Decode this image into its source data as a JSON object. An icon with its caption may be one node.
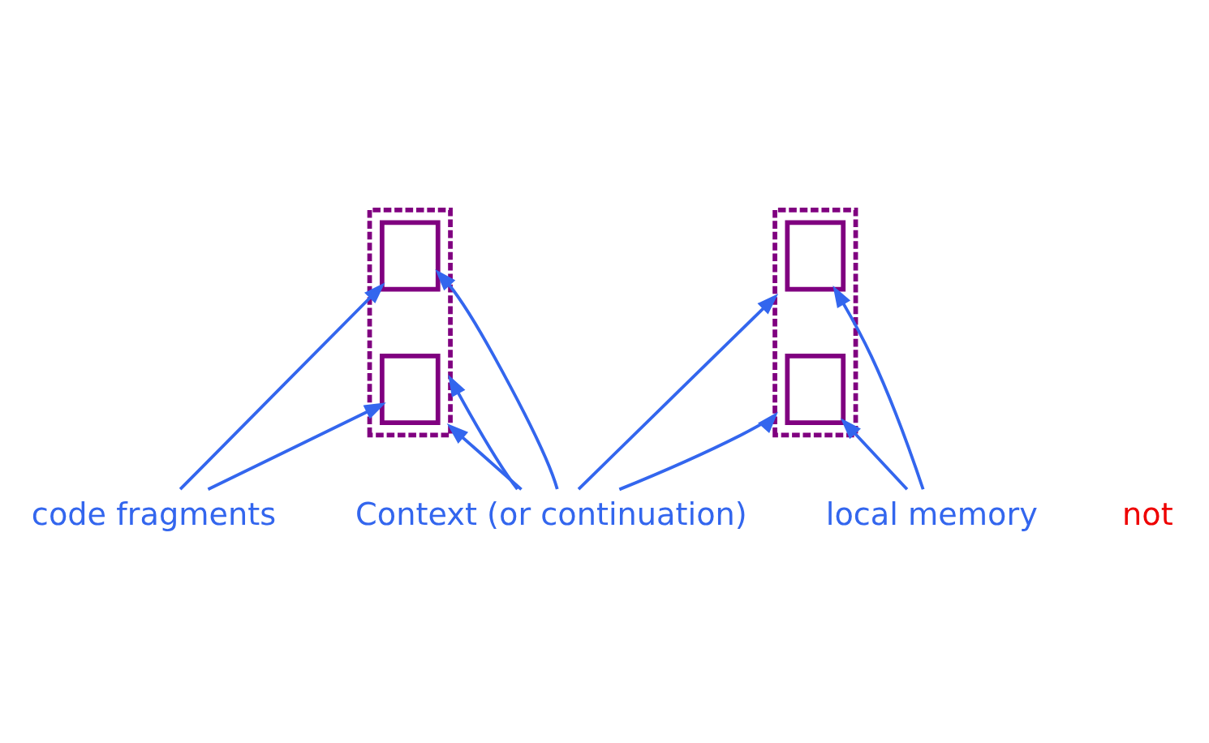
{
  "diagram": {
    "nodes": [
      {
        "text": [
          "code fragments"
        ]
      },
      {
        "text": [],
        "shape": "bar"
      },
      {
        "text": [],
        "shape": "box",
        "in": 1
      },
      {
        "text": [],
        "shape": "box",
        "in": 1
      },
      {
        "text": [],
        "shape": "bar"
      },
      {
        "text": [],
        "shape": "box",
        "in": 4
      },
      {
        "text": [],
        "shape": "box",
        "in": 4
      },
      {
        "text": [
          "local memory"
        ]
      },
      {
        "text": [
          "Context (or continuation)"
        ]
      }
    ],
    "edges": [
      {
        "from": 0,
        "to": 2,
        "arrow": "to"
      },
      {
        "from": 0,
        "to": 3,
        "arrow": "to"
      },
      {
        "from": 7,
        "to": 5,
        "arrow": "to"
      },
      {
        "from": 7,
        "to": 6,
        "arrow": "to"
      },
      {
        "from": 8,
        "to": 1,
        "arrow": "to"
      },
      {
        "from": 8,
        "to": 1,
        "arrow": "to"
      },
      {
        "from": 8,
        "to": 2,
        "arrow": "to"
      },
      {
        "from": 8,
        "to": 4,
        "arrow": "to"
      },
      {
        "from": 8,
        "to": 4,
        "arrow": "to"
      }
    ],
    "labels": [
      "not"
    ]
  }
}
